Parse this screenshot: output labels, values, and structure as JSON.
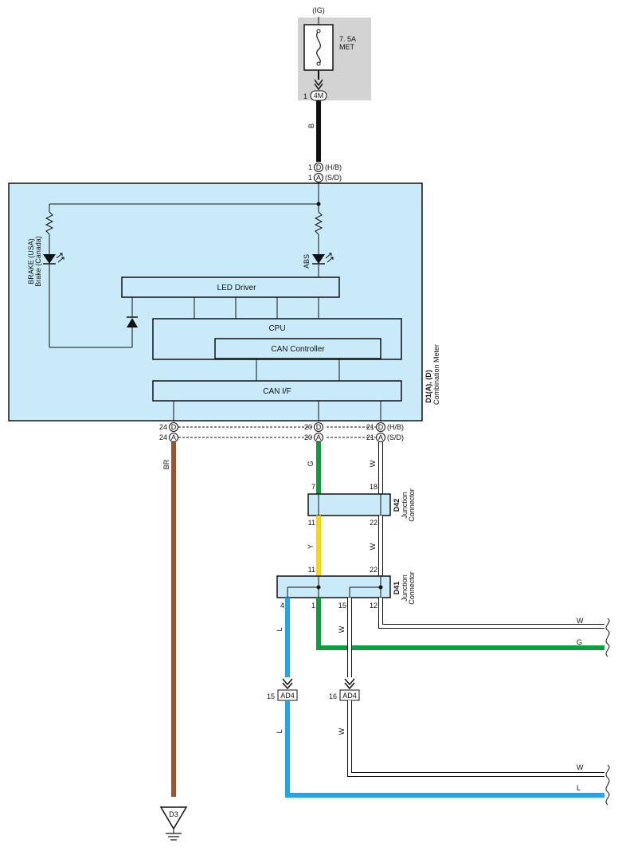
{
  "fuse": {
    "supply_label": "(IG)",
    "rating": "7. 5A",
    "name": "MET"
  },
  "connector_4m": {
    "pin": "1",
    "id": "4M"
  },
  "wire_colors_text": {
    "b": "B",
    "br": "BR",
    "g_upper": "G",
    "w_upper": "W",
    "y": "Y",
    "w_mid": "W",
    "l_left": "L",
    "w_15": "W",
    "w_right_top": "W",
    "g_right": "G",
    "l_lower": "L",
    "w_lower": "W",
    "w_right_bottom": "W",
    "l_right_bottom": "L"
  },
  "meter": {
    "name": "D1(A), (D)",
    "description": "Combination Meter",
    "top_pins": [
      {
        "num": "1",
        "conn": "D",
        "suffix": "(H/B)"
      },
      {
        "num": "1",
        "conn": "A",
        "suffix": "(S/D)"
      }
    ],
    "left_lamp_label_1": "BRAKE (USA)",
    "left_lamp_label_2": "Brake (Canada)",
    "right_lamp_label": "ABS",
    "led_driver": "LED Driver",
    "cpu": "CPU",
    "can_controller": "CAN Controller",
    "can_if": "CAN I/F",
    "bottom_pins": {
      "left_d": "24",
      "left_a": "24",
      "mid_d": "20",
      "mid_a": "20",
      "right_d": "21",
      "right_a": "21",
      "conn_d": "D",
      "conn_a": "A",
      "right_suffix_d": "(H/B)",
      "right_suffix_a": "(S/D)"
    }
  },
  "d42": {
    "id": "D42",
    "desc_1": "Junction",
    "desc_2": "Connector",
    "pin_top_left": "7",
    "pin_top_right": "18",
    "pin_bot_left": "11",
    "pin_bot_right": "22"
  },
  "d41": {
    "id": "D41",
    "desc_1": "Junction",
    "desc_2": "Connector",
    "pin_top_left": "11",
    "pin_top_right": "22",
    "pin_b1": "4",
    "pin_b2": "1",
    "pin_b3": "15",
    "pin_b4": "12"
  },
  "ad4_left": {
    "pin": "15",
    "id": "AD4"
  },
  "ad4_right": {
    "pin": "16",
    "id": "AD4"
  },
  "ground": {
    "id": "D3"
  },
  "colors": {
    "black": "#111111",
    "brown": "#a0522d",
    "green": "#0a9e3c",
    "yellow": "#ffd500",
    "blue": "#1ea6e8",
    "white_wire": "#ffffff",
    "box_fill": "#c9eaf8",
    "fuse_bg": "#d3d3d3"
  }
}
